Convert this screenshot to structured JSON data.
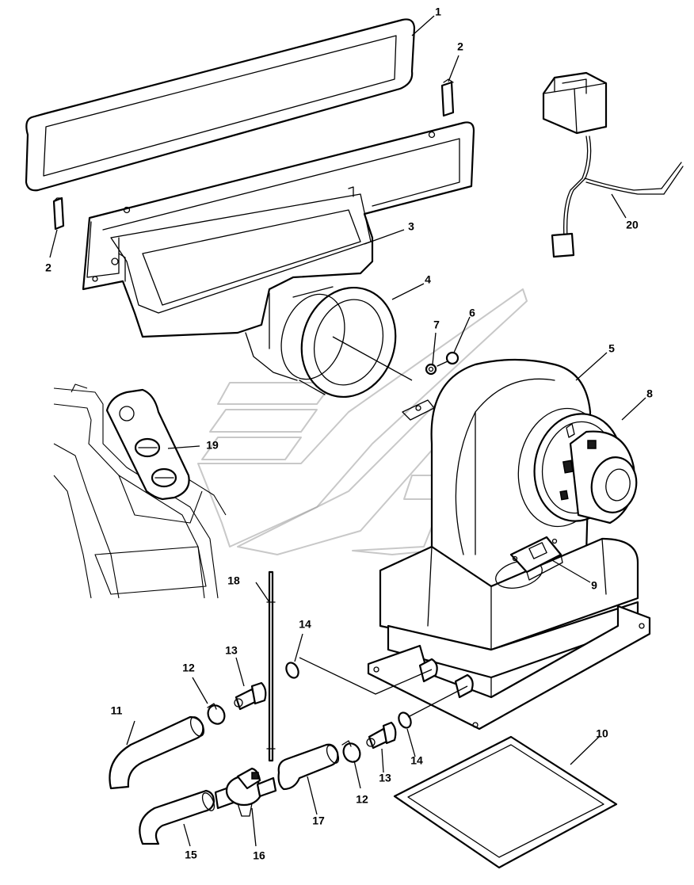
{
  "callouts": {
    "c1": "1",
    "c2a": "2",
    "c2b": "2",
    "c3": "3",
    "c4": "4",
    "c5": "5",
    "c6": "6",
    "c7": "7",
    "c8": "8",
    "c9": "9",
    "c10": "10",
    "c11": "11",
    "c12a": "12",
    "c12b": "12",
    "c13a": "13",
    "c13b": "13",
    "c14a": "14",
    "c14b": "14",
    "c15": "15",
    "c16": "16",
    "c17": "17",
    "c18": "18",
    "c19": "19",
    "c20": "20"
  },
  "colors": {
    "line": "#000000",
    "watermark": "#9a9a9a",
    "background": "#ffffff"
  }
}
